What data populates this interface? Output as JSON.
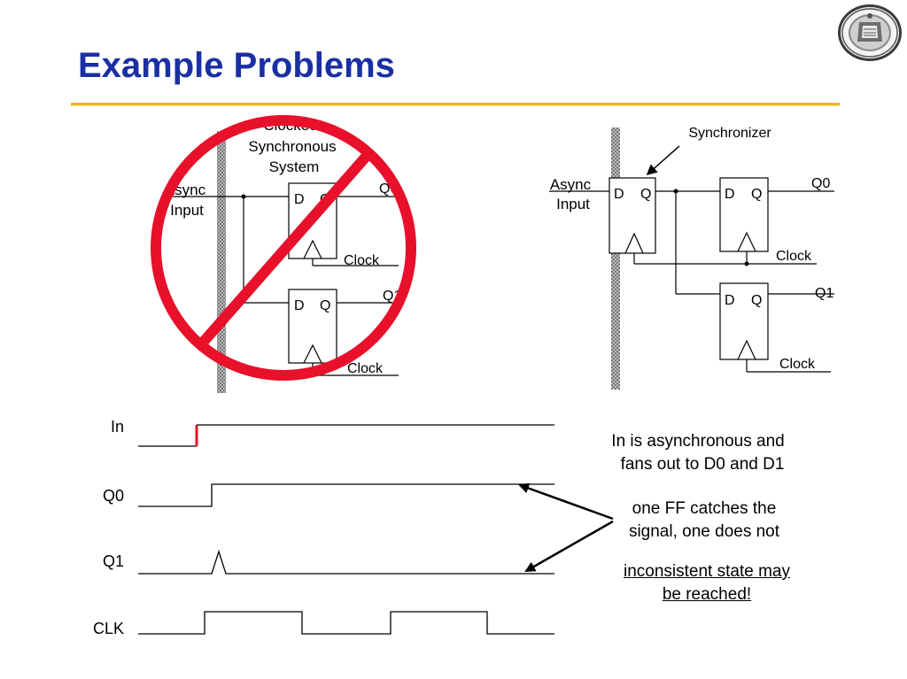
{
  "slide": {
    "title": "Example Problems"
  },
  "left_diagram": {
    "system_label_1": "Clocked",
    "system_label_2": "Synchronous",
    "system_label_3": "System",
    "async_label_1": "Async",
    "async_label_2": "Input",
    "ff_top": {
      "d": "D",
      "q": "Q",
      "out": "Q0",
      "clock": "Clock"
    },
    "ff_bottom": {
      "d": "D",
      "q": "Q",
      "out": "Q1",
      "clock": "Clock"
    }
  },
  "right_diagram": {
    "synchronizer_label": "Synchronizer",
    "async_label_1": "Async",
    "async_label_2": "Input",
    "ff_sync": {
      "d": "D",
      "q": "Q"
    },
    "ff_top": {
      "d": "D",
      "q": "Q",
      "out": "Q0",
      "clock": "Clock"
    },
    "ff_bottom": {
      "d": "D",
      "q": "Q",
      "out": "Q1",
      "clock": "Clock"
    }
  },
  "timing": {
    "signals": [
      "In",
      "Q0",
      "Q1",
      "CLK"
    ]
  },
  "notes": {
    "note1_line1": "In is asynchronous and",
    "note1_line2": "fans out to D0 and D1",
    "note2_line1": "one FF catches the",
    "note2_line2": "signal, one does not",
    "note3_line1": "inconsistent state may",
    "note3_line2": "be reached!"
  },
  "colors": {
    "title": "#1a2fa3",
    "rule": "#e8b820",
    "prohibition": "#e8102a",
    "in_edge": "#e8102a"
  },
  "icons": {
    "logo": "university-seal-icon",
    "prohibition": "no-sign-icon"
  }
}
